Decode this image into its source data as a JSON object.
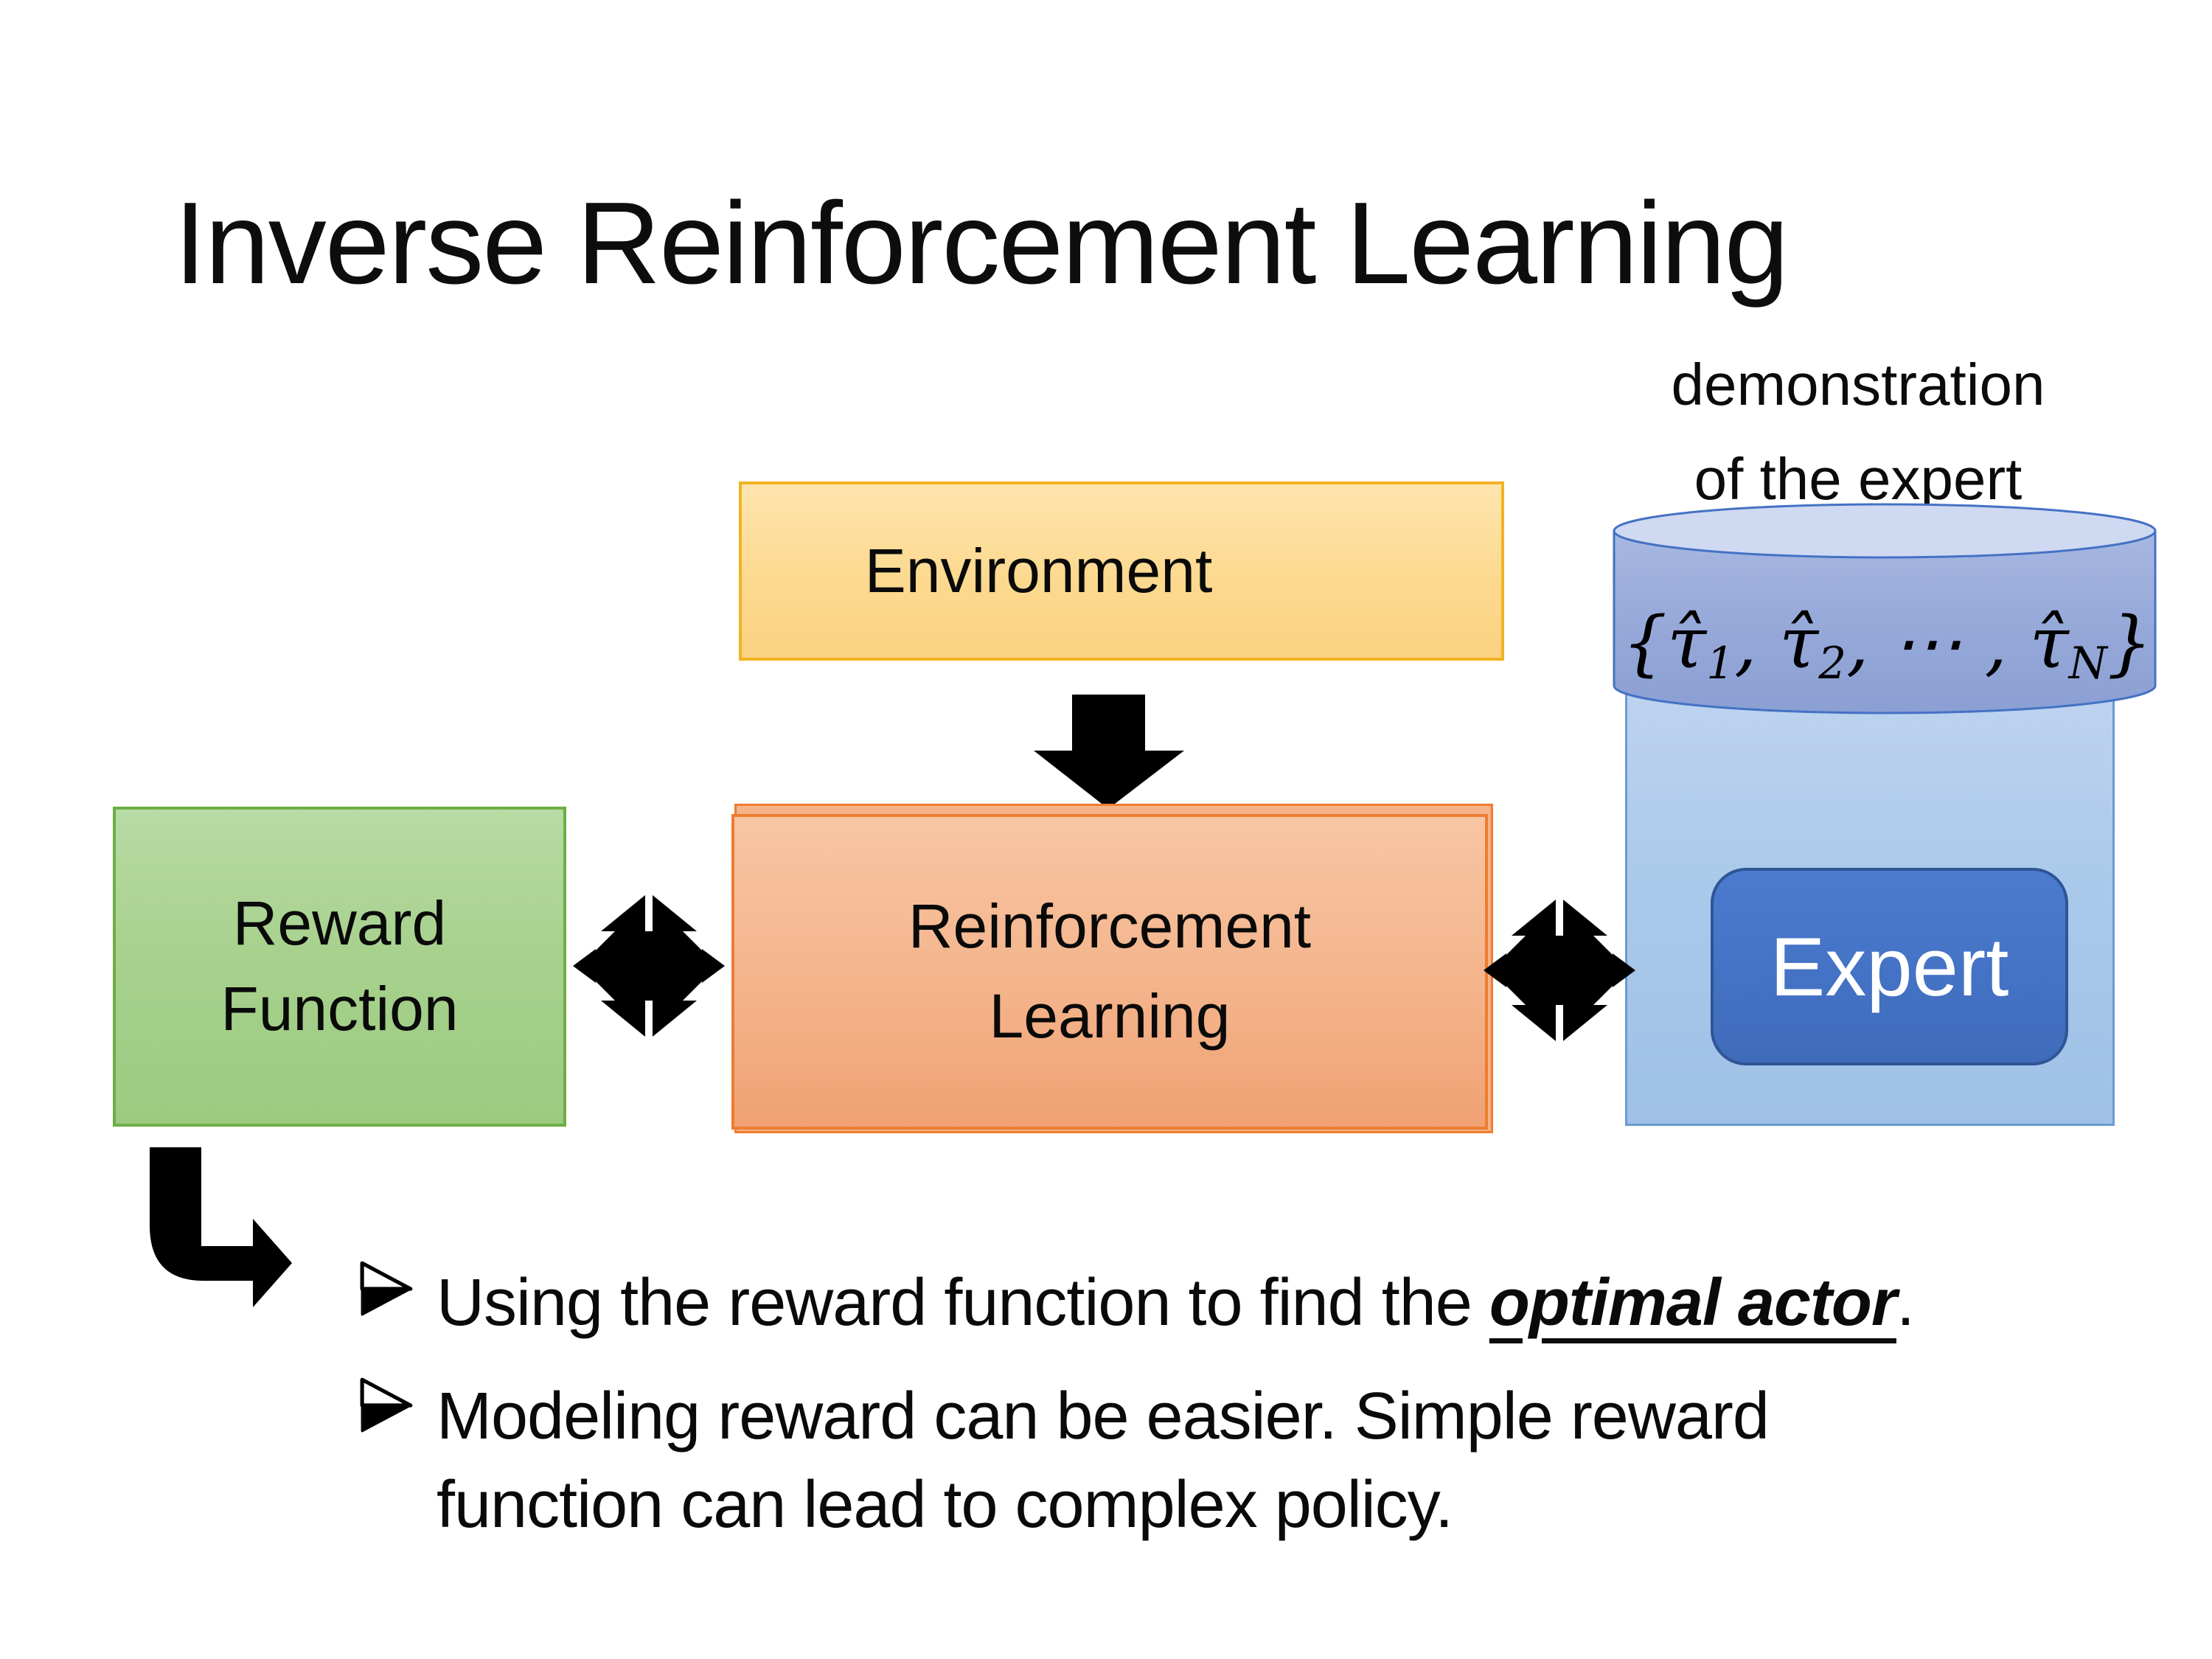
{
  "title": "Inverse Reinforcement Learning",
  "boxes": {
    "environment": {
      "label": "Environment"
    },
    "reward": {
      "line1": "Reward",
      "line2": "Function"
    },
    "reinforcement": {
      "line1": "Reinforcement",
      "line2": "Learning"
    },
    "expert": {
      "label": "Expert"
    }
  },
  "demonstration": {
    "line1": "demonstration",
    "line2": "of the expert"
  },
  "cylinder": {
    "formula": {
      "f0": "{τ̂",
      "f1": "1",
      "f2": ", τ̂",
      "f3": "2",
      "f4": ", ⋯ , τ̂",
      "f5": "N",
      "f6": "}"
    }
  },
  "bullets": {
    "b1": {
      "marker": "➢",
      "pre": "Using the reward function to find the ",
      "em": "optimal actor",
      "post": "."
    },
    "b2": {
      "marker": "➢",
      "line1": "Modeling reward can be easier. Simple reward",
      "line2": "function can lead to complex policy."
    }
  },
  "colors": {
    "environment_fill": "#FCD98F",
    "environment_border": "#F0B323",
    "reward_fill": "#A8D18E",
    "reward_border": "#6FAD46",
    "rl_fill": "#F4B68E",
    "rl_border": "#ED7D31",
    "cylinder_fill": "#93A6D6",
    "cylinder_top_fill": "#D0D9F2",
    "cylinder_border": "#4472C4",
    "expert_panel_fill": "#AAC9EA",
    "expert_panel_border": "#6B9BD2",
    "expert_fill": "#4472C4",
    "expert_border": "#2F5597",
    "arrow_color": "#000000",
    "text_color": "#0A0A0A"
  }
}
